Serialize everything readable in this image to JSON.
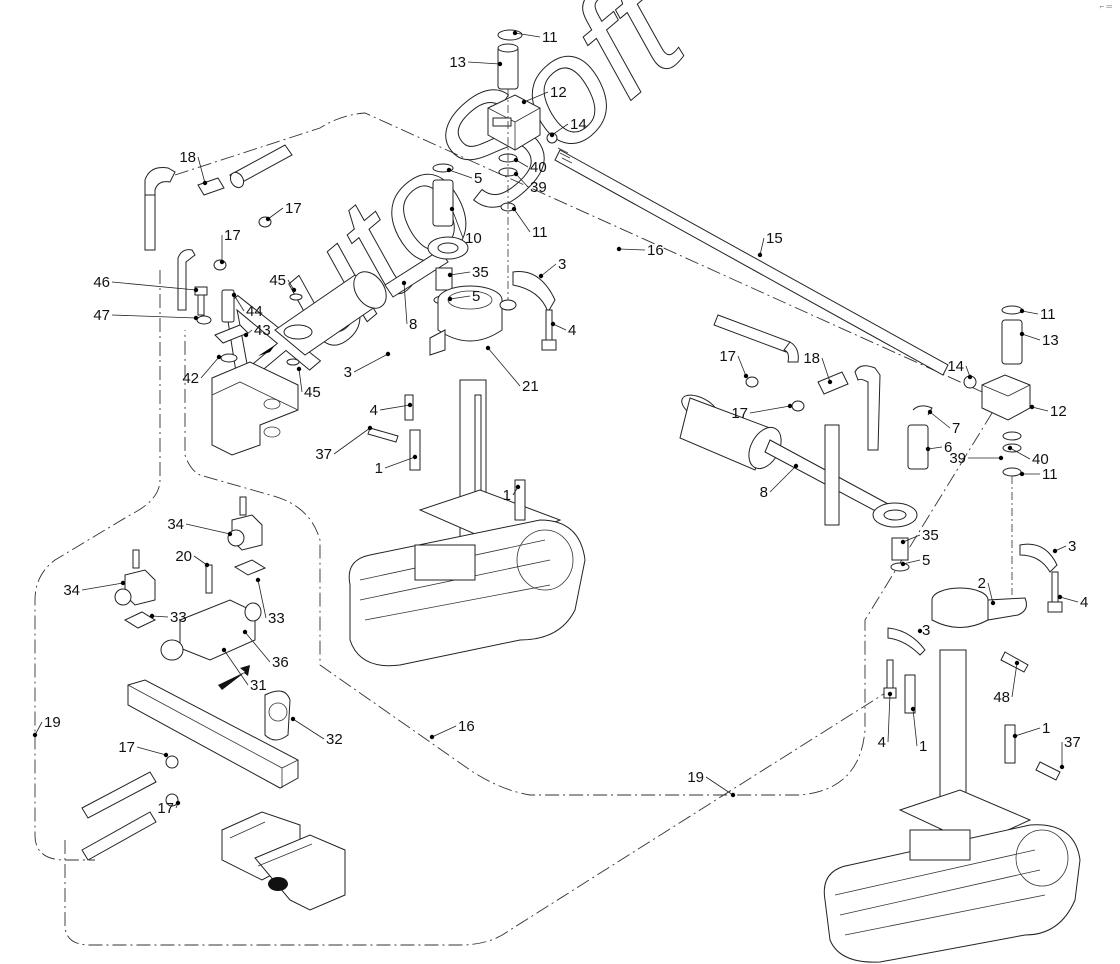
{
  "diagram": {
    "title": "Exploded parts view - tracked carrier with hydraulic cylinder, valve block and hoses",
    "watermark": "AutoSoft",
    "corner_mark": "⌐ ═",
    "callouts": [
      {
        "id": "c11a",
        "label": "11"
      },
      {
        "id": "c13a",
        "label": "13"
      },
      {
        "id": "c12a",
        "label": "12"
      },
      {
        "id": "c14a",
        "label": "14"
      },
      {
        "id": "c40a",
        "label": "40"
      },
      {
        "id": "c39a",
        "label": "39"
      },
      {
        "id": "c11b",
        "label": "11"
      },
      {
        "id": "c15",
        "label": "15"
      },
      {
        "id": "c16a",
        "label": "16"
      },
      {
        "id": "c3a",
        "label": "3"
      },
      {
        "id": "c4a",
        "label": "4"
      },
      {
        "id": "c18a",
        "label": "18"
      },
      {
        "id": "c17a",
        "label": "17"
      },
      {
        "id": "c5a",
        "label": "5"
      },
      {
        "id": "c10",
        "label": "10"
      },
      {
        "id": "c17b",
        "label": "17"
      },
      {
        "id": "c46",
        "label": "46"
      },
      {
        "id": "c45a",
        "label": "45"
      },
      {
        "id": "c35a",
        "label": "35"
      },
      {
        "id": "c44",
        "label": "44"
      },
      {
        "id": "c5b",
        "label": "5"
      },
      {
        "id": "c47",
        "label": "47"
      },
      {
        "id": "c8a",
        "label": "8"
      },
      {
        "id": "c43",
        "label": "43"
      },
      {
        "id": "c42",
        "label": "42"
      },
      {
        "id": "c45b",
        "label": "45"
      },
      {
        "id": "c3b",
        "label": "3"
      },
      {
        "id": "c21",
        "label": "21"
      },
      {
        "id": "c4b",
        "label": "4"
      },
      {
        "id": "c37a",
        "label": "37"
      },
      {
        "id": "c1a",
        "label": "1"
      },
      {
        "id": "c1b",
        "label": "1"
      },
      {
        "id": "c11c",
        "label": "11"
      },
      {
        "id": "c13b",
        "label": "13"
      },
      {
        "id": "c14b",
        "label": "14"
      },
      {
        "id": "c17c",
        "label": "17"
      },
      {
        "id": "c18b",
        "label": "18"
      },
      {
        "id": "c17d",
        "label": "17"
      },
      {
        "id": "c12b",
        "label": "12"
      },
      {
        "id": "c7",
        "label": "7"
      },
      {
        "id": "c6",
        "label": "6"
      },
      {
        "id": "c39b",
        "label": "39"
      },
      {
        "id": "c40b",
        "label": "40"
      },
      {
        "id": "c11d",
        "label": "11"
      },
      {
        "id": "c8b",
        "label": "8"
      },
      {
        "id": "c35b",
        "label": "35"
      },
      {
        "id": "c3c",
        "label": "3"
      },
      {
        "id": "c5c",
        "label": "5"
      },
      {
        "id": "c2",
        "label": "2"
      },
      {
        "id": "c4c",
        "label": "4"
      },
      {
        "id": "c3d",
        "label": "3"
      },
      {
        "id": "c48",
        "label": "48"
      },
      {
        "id": "c4d",
        "label": "4"
      },
      {
        "id": "c1c",
        "label": "1"
      },
      {
        "id": "c1d",
        "label": "1"
      },
      {
        "id": "c37b",
        "label": "37"
      },
      {
        "id": "c34a",
        "label": "34"
      },
      {
        "id": "c20",
        "label": "20"
      },
      {
        "id": "c34b",
        "label": "34"
      },
      {
        "id": "c33a",
        "label": "33"
      },
      {
        "id": "c33b",
        "label": "33"
      },
      {
        "id": "c36",
        "label": "36"
      },
      {
        "id": "c31",
        "label": "31"
      },
      {
        "id": "c19a",
        "label": "19"
      },
      {
        "id": "c32",
        "label": "32"
      },
      {
        "id": "c16b",
        "label": "16"
      },
      {
        "id": "c17e",
        "label": "17"
      },
      {
        "id": "c17f",
        "label": "17"
      },
      {
        "id": "c19b",
        "label": "19"
      }
    ]
  }
}
